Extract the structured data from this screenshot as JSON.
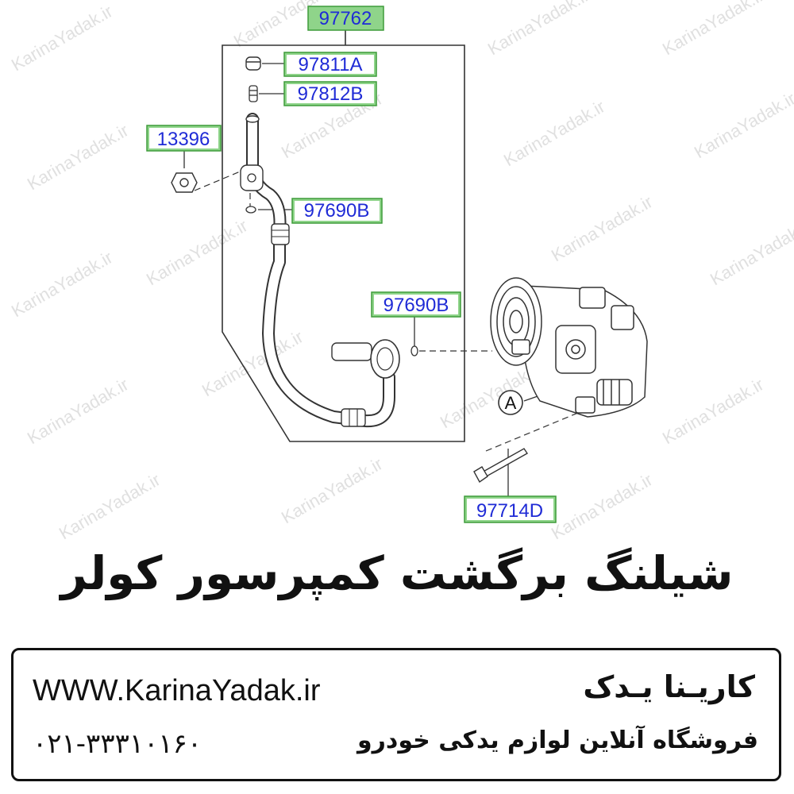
{
  "diagram": {
    "part_labels": {
      "assembly": "97762",
      "cap": "97811A",
      "valve_core": "97812B",
      "nut": "13396",
      "o_ring_upper": "97690B",
      "o_ring_lower": "97690B",
      "bolt": "97714D"
    },
    "reference_marker": "A"
  },
  "watermark": {
    "text": "KarinaYadak.ir"
  },
  "title": "شیلنگ برگشت کمپرسور کولر",
  "footer": {
    "url": "WWW.KarinaYadak.ir",
    "phone": "۰۲۱-۳۳۳۱۰۱۶۰",
    "shop_name": "کاریـنا یـدک",
    "tagline": "فروشگاه آنلاین لوازم یدکی خودرو"
  },
  "colors": {
    "label_fill": "#8fd48a",
    "label_text": "#1f2bd6",
    "line": "#333333"
  }
}
